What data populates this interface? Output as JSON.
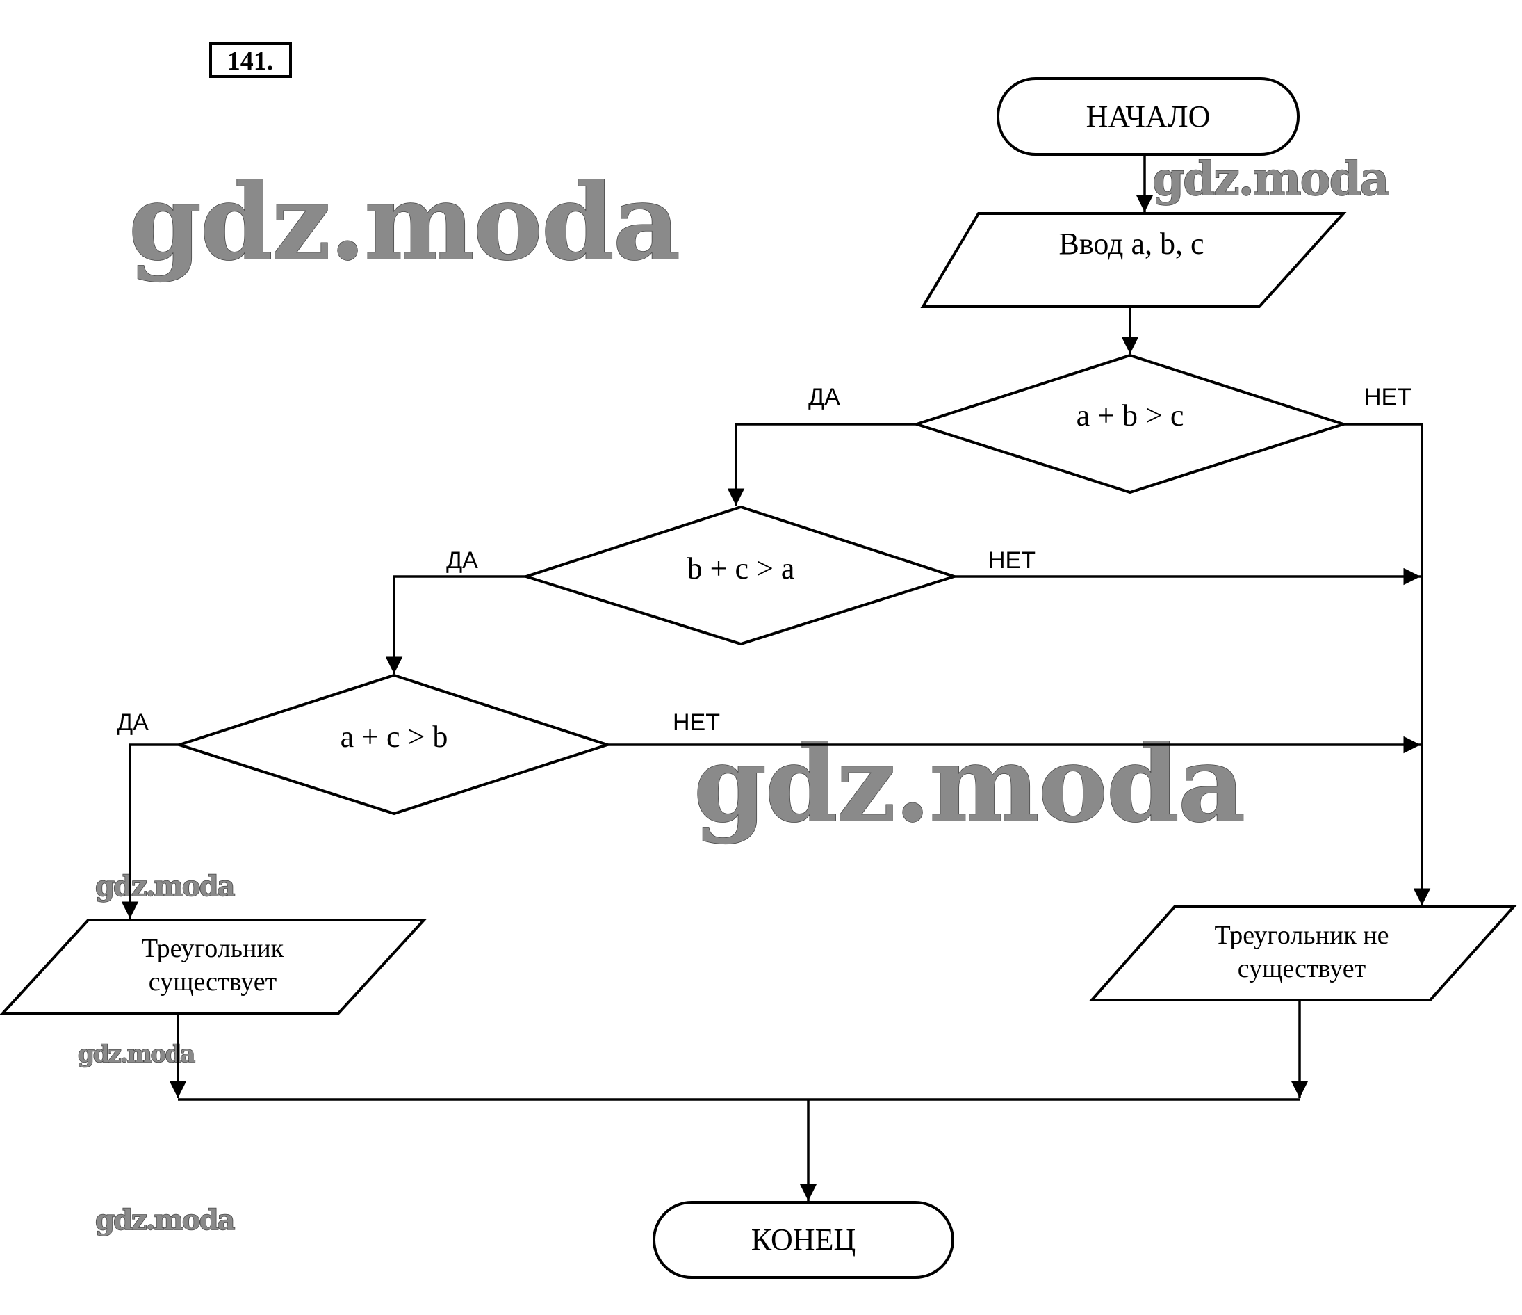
{
  "problem_number": "141.",
  "watermark": "gdz.moda",
  "nodes": {
    "start": "НАЧАЛО",
    "input": "Ввод a, b, c",
    "cond1": "a + b > c",
    "cond2": "b + c > a",
    "cond3": "a + c > b",
    "exists_line1": "Треугольник",
    "exists_line2": "существует",
    "not_exists_line1": "Треугольник не",
    "not_exists_line2": "существует",
    "end": "КОНЕЦ"
  },
  "branch_labels": {
    "yes": "ДА",
    "no": "НЕТ"
  }
}
